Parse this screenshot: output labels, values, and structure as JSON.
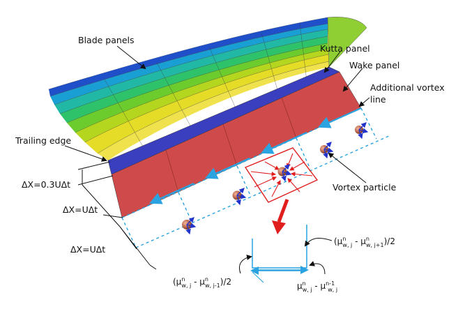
{
  "labels": {
    "blade_panels": "Blade panels",
    "kutta_panel": "Kutta panel",
    "wake_panel": "Wake panel",
    "additional_vortex_line_1": "Additional vortex",
    "additional_vortex_line_2": "line",
    "trailing_edge": "Trailing edge",
    "vortex_particle": "Vortex particle",
    "dx_1": "ΔX=0.3UΔt",
    "dx_2": "ΔX=UΔt",
    "dx_3": "ΔX=UΔt"
  },
  "equations": {
    "right": {
      "open": "(μ",
      "sup1": "n",
      "sub1": "w, j",
      "mid": " - μ",
      "sup2": "n",
      "sub2": "w, j+1",
      "close": ")/2"
    },
    "left": {
      "open": "(μ",
      "sup1": "n",
      "sub1": "w, j",
      "mid": " - μ",
      "sup2": "n",
      "sub2": "w, j-1",
      "close": ")/2"
    },
    "bottom": {
      "open": "μ",
      "sup1": "n",
      "sub1": "w, j",
      "mid": " - μ",
      "sup2": "n-1",
      "sub2": "w, j",
      "close": ""
    }
  },
  "colors": {
    "blade_bands": [
      "#1f4fc9",
      "#1a9fd4",
      "#21b8a6",
      "#2ec26a",
      "#6ccc2e",
      "#b4d61e",
      "#e4dc26",
      "#f0e24c"
    ],
    "kutta_panel": "#3a3fbf",
    "wake_panel": "#cf4a4a",
    "vortex_line": "#2aa3e0",
    "particle": "#b9654a",
    "red_arrow": "#e01e1e"
  }
}
